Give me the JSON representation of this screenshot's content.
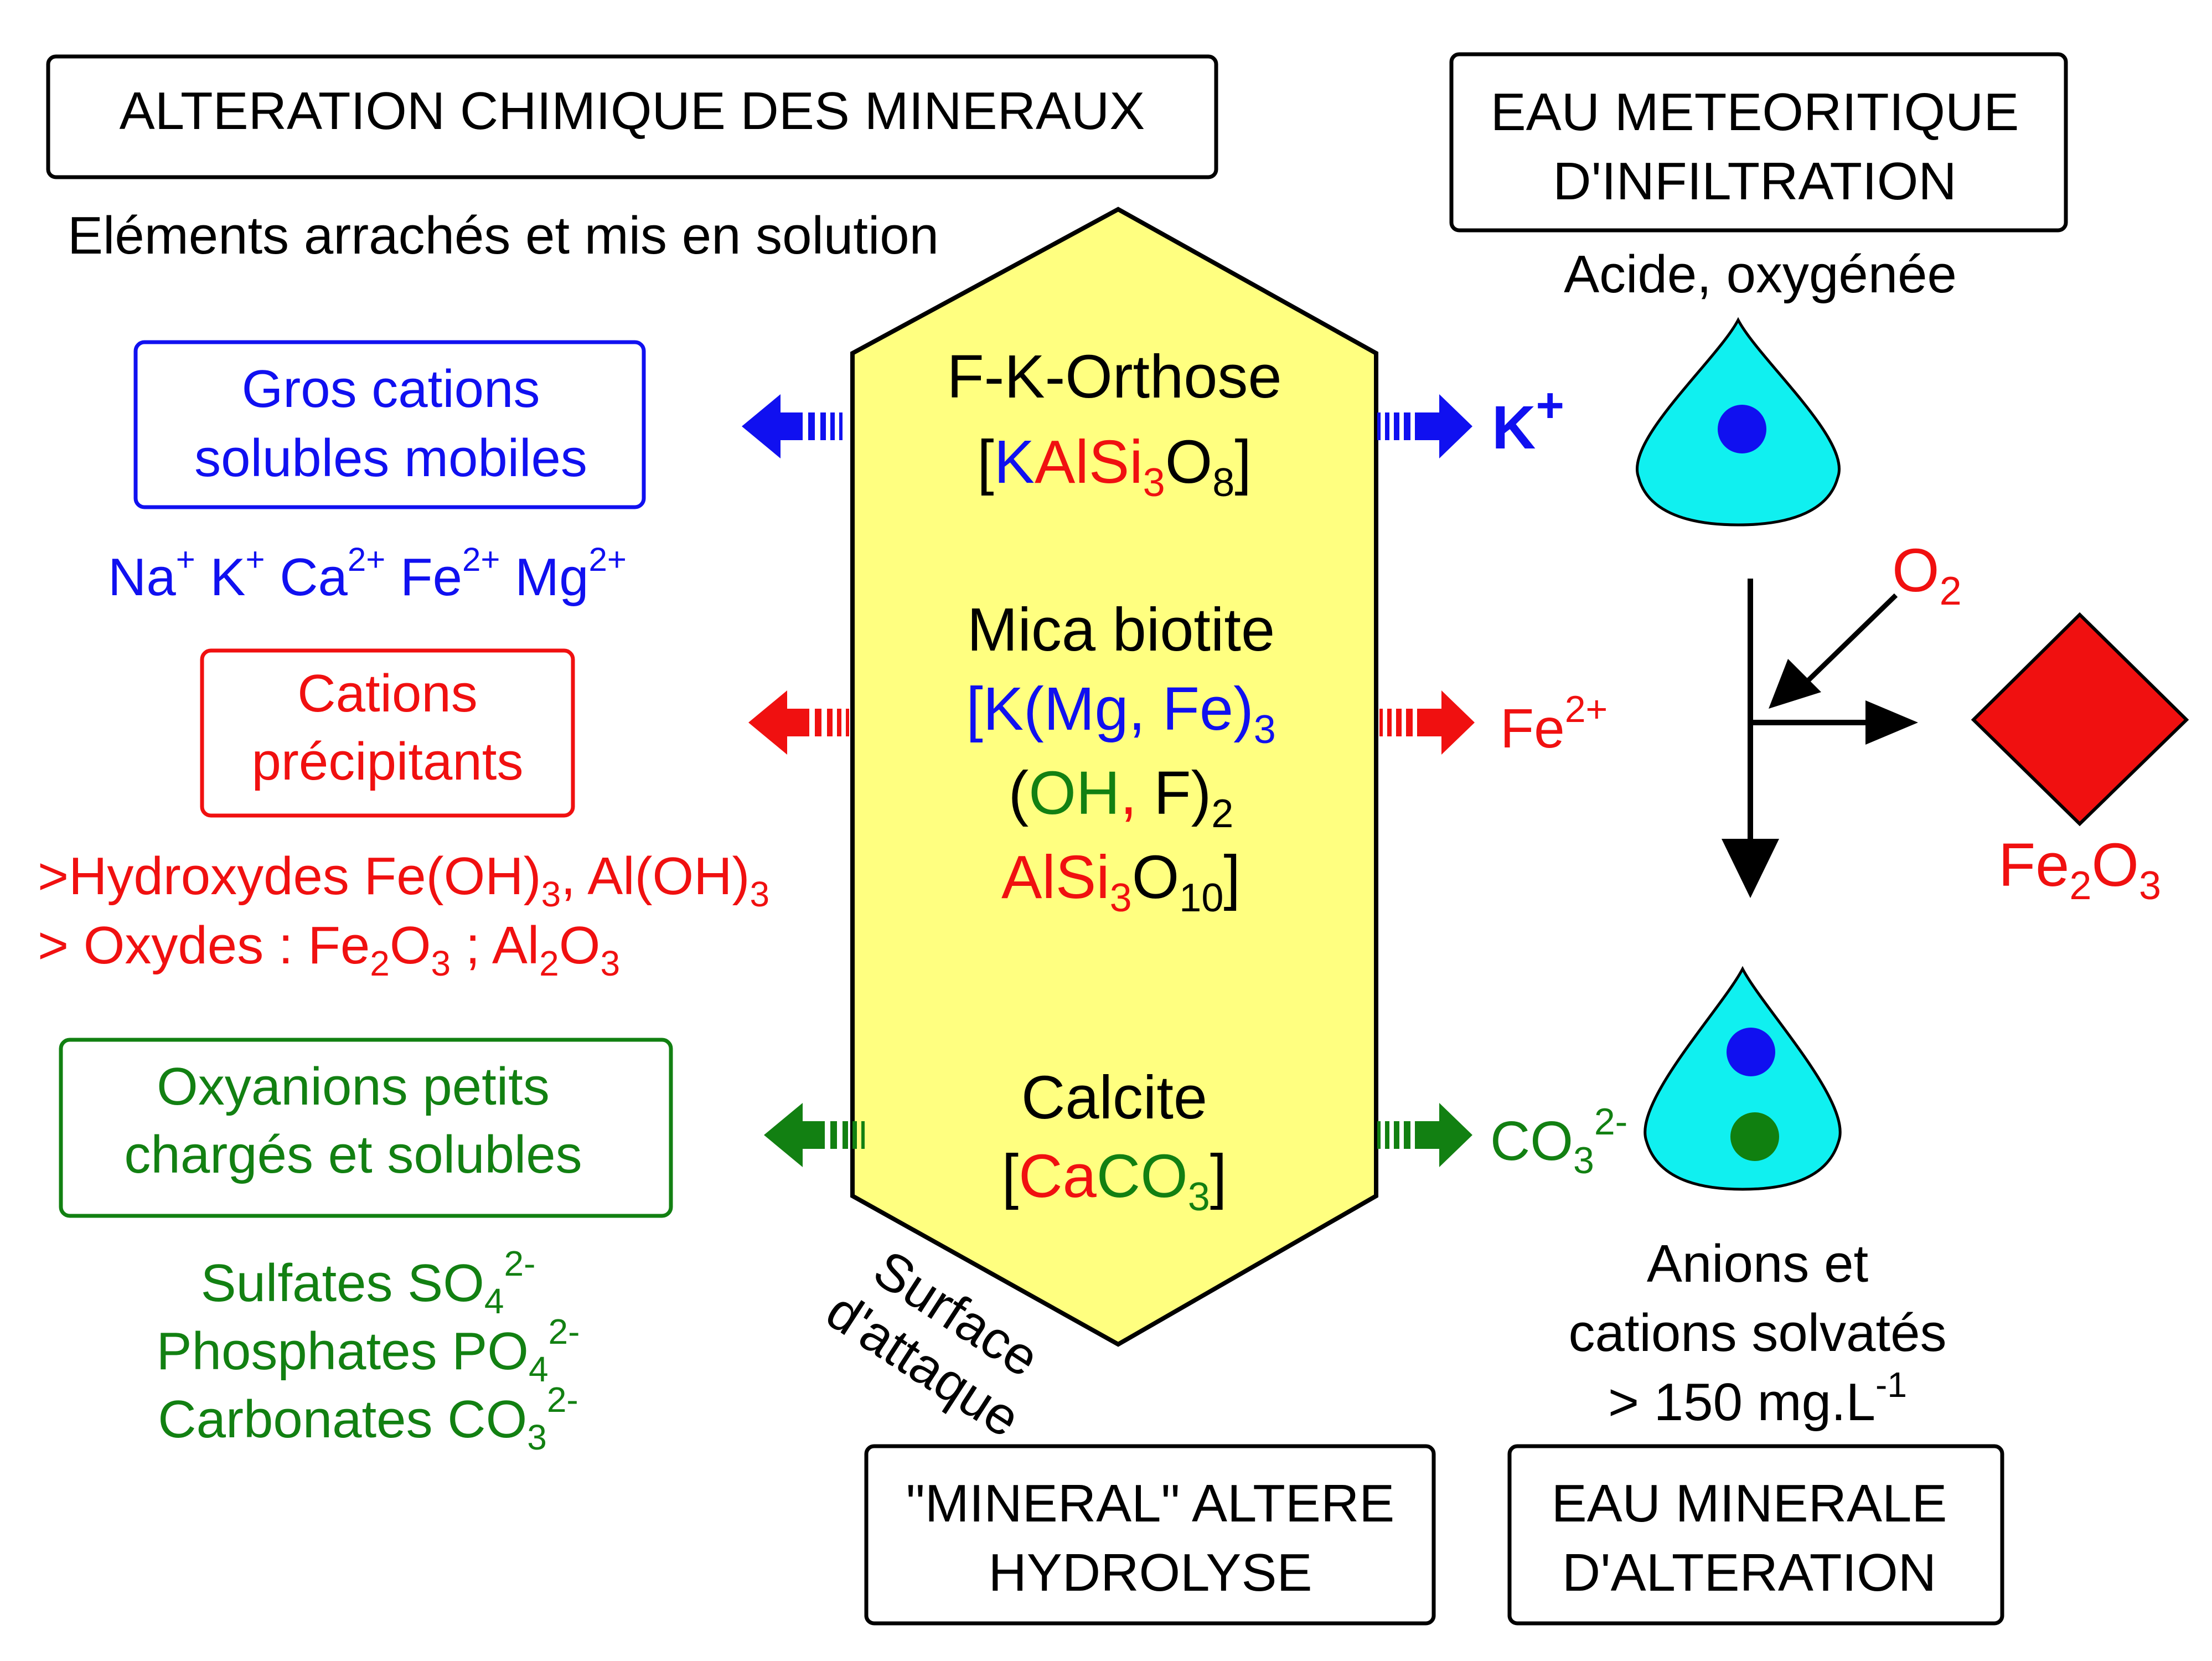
{
  "colors": {
    "blue": "#1010f0",
    "red": "#f01010",
    "green": "#128012",
    "black": "#000000",
    "crystal_fill": "#ffff80",
    "drop_fill": "#10f0f0",
    "drop_dot_blue": "#1010f0",
    "drop_dot_green": "#108010",
    "oxide_fill": "#f01010"
  },
  "header": {
    "title": "ALTERATION CHIMIQUE DES MINERAUX",
    "subtitle": "Eléments arrachés et mis en solution"
  },
  "water_in": {
    "title_line1": "EAU METEORITIQUE",
    "title_line2": "D'INFILTRATION",
    "subtitle": "Acide, oxygénée"
  },
  "left": {
    "gros_cations": {
      "line1": "Gros cations",
      "line2": "solubles mobiles",
      "ions": [
        {
          "base": "Na",
          "charge": "+"
        },
        {
          "base": "K",
          "charge": "+"
        },
        {
          "base": "Ca",
          "charge": "2+"
        },
        {
          "base": "Fe",
          "charge": "2+"
        },
        {
          "base": "Mg",
          "charge": "2+"
        }
      ]
    },
    "cations_precipitants": {
      "line1": "Cations",
      "line2": "précipitants",
      "hydroxydes": {
        "p1": ">Hydroxydes Fe(OH)",
        "s1": "3",
        "p2": ", Al(OH)",
        "s2": "3"
      },
      "oxydes": {
        "p1": "> Oxydes : Fe",
        "s1": "2",
        "p2": "O",
        "s2": "3",
        "p3": " ; Al",
        "s3": "2",
        "p4": "O",
        "s4": "3"
      }
    },
    "oxyanions": {
      "line1": "Oxyanions petits",
      "line2": "chargés et solubles",
      "items": [
        {
          "label": "Sulfates SO",
          "sub": "4",
          "sup": "2-"
        },
        {
          "label": "Phosphates PO",
          "sub": "4",
          "sup": "2-"
        },
        {
          "label": "Carbonates CO",
          "sub": "3",
          "sup": "2-"
        }
      ]
    }
  },
  "crystal": {
    "orthose": {
      "name": "F-K-Orthose",
      "formula": {
        "open": "[",
        "k": "K",
        "alsi": "AlSi",
        "s3": "3",
        "o": "O",
        "s8": "8",
        "close": "]"
      }
    },
    "biotite": {
      "name": "Mica biotite",
      "line1": {
        "open": "[",
        "kmgfe": "K(Mg, Fe)",
        "s3": "3"
      },
      "line2": {
        "open_paren": "(",
        "oh": "OH",
        "comma": ",",
        "f": " F)",
        "s2": "2"
      },
      "line3": {
        "alsi": "AlSi",
        "s3": "3",
        "o": "O",
        "s10": "10",
        "close": "]"
      }
    },
    "calcite": {
      "name": "Calcite",
      "formula": {
        "open": "[",
        "ca": "Ca",
        "co": "CO",
        "s3": "3",
        "close": "]"
      }
    },
    "surface_label_line1": "Surface",
    "surface_label_line2": "d'attaque"
  },
  "released": {
    "k": {
      "base": "K",
      "charge": "+"
    },
    "fe": {
      "base": "Fe",
      "charge": "2+"
    },
    "co3": {
      "base": "CO",
      "sub": "3",
      "charge": "2-"
    }
  },
  "oxidation": {
    "o2": {
      "base": "O",
      "sub": "2"
    },
    "fe2o3": {
      "p1": "Fe",
      "s1": "2",
      "p2": "O",
      "s2": "3"
    }
  },
  "water_out": {
    "line1": "Anions et",
    "line2": "cations solvatés",
    "line3": "> 150 mg.L",
    "line3_sup": "-1"
  },
  "bottom": {
    "mineral_line1": "\"MINERAL\" ALTERE",
    "mineral_line2": "HYDROLYSE",
    "eau_line1": "EAU MINERALE",
    "eau_line2": "D'ALTERATION"
  }
}
